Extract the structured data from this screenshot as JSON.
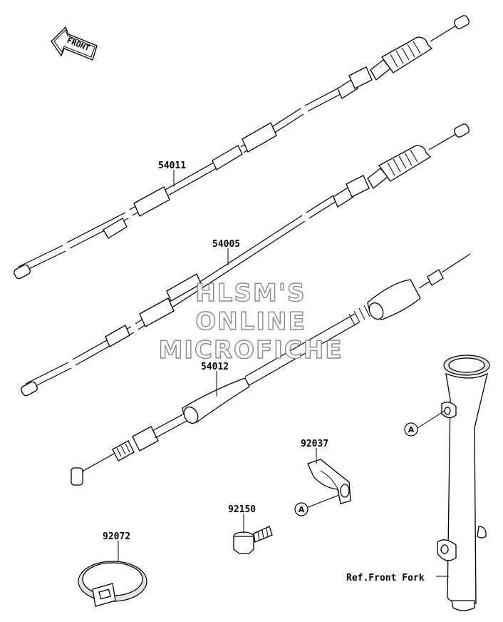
{
  "front_arrow": {
    "label": "FRONT"
  },
  "parts": [
    {
      "id": "54011"
    },
    {
      "id": "54005"
    },
    {
      "id": "54012"
    },
    {
      "id": "92037"
    },
    {
      "id": "92150"
    },
    {
      "id": "92072"
    }
  ],
  "reference_marks": [
    "A",
    "A"
  ],
  "ref_front_fork": "Ref.Front Fork",
  "watermark": {
    "line1": "HLSM'S",
    "line2": "ONLINE",
    "line3": "MICROFICHE"
  }
}
